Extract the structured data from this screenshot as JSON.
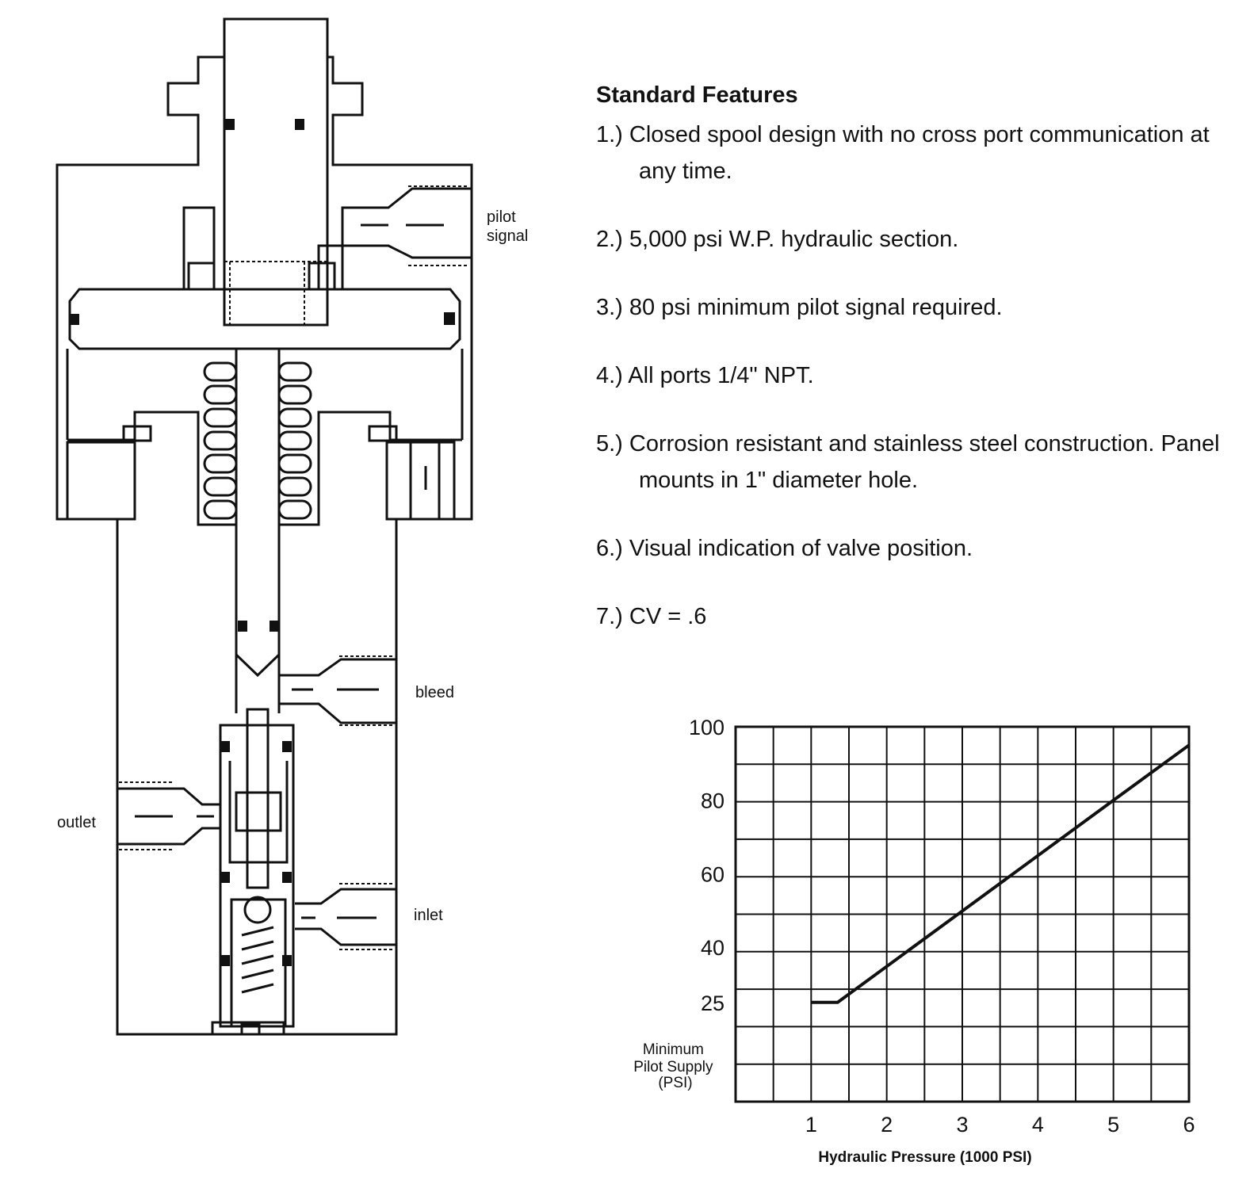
{
  "diagram": {
    "labels": {
      "pilot_signal_line1": "pilot",
      "pilot_signal_line2": "signal",
      "bleed": "bleed",
      "outlet": "outlet",
      "inlet": "inlet"
    }
  },
  "features": {
    "title": "Standard Features",
    "items": [
      {
        "line1": "1.) Closed spool design with no cross port communication at",
        "line2": "any time."
      },
      {
        "line1": "2.) 5,000 psi W.P. hydraulic section.",
        "line2": ""
      },
      {
        "line1": "3.) 80 psi minimum pilot signal required.",
        "line2": ""
      },
      {
        "line1": "4.) All ports 1/4\" NPT.",
        "line2": ""
      },
      {
        "line1": "5.) Corrosion resistant and stainless steel construction. Panel",
        "line2": "mounts in 1\" diameter hole."
      },
      {
        "line1": "6.) Visual indication of valve position.",
        "line2": ""
      },
      {
        "line1": "7.) CV = .6",
        "line2": ""
      }
    ]
  },
  "chart_data": {
    "type": "line",
    "title": "",
    "xlabel": "Hydraulic Pressure (1000 PSI)",
    "ylabel_lines": [
      "Minimum",
      "Pilot Supply",
      "(PSI)"
    ],
    "x_ticks": [
      "1",
      "2",
      "3",
      "4",
      "5",
      "6"
    ],
    "y_ticks": [
      {
        "label": "100",
        "value": 100
      },
      {
        "label": "80",
        "value": 80
      },
      {
        "label": "60",
        "value": 60
      },
      {
        "label": "40",
        "value": 40
      },
      {
        "label": "25",
        "value": 25
      }
    ],
    "xlim": [
      0,
      6
    ],
    "ylim": [
      -2,
      100
    ],
    "grid": true,
    "series": [
      {
        "points": [
          [
            1,
            25
          ],
          [
            1.35,
            25
          ],
          [
            5,
            80
          ],
          [
            6,
            95
          ]
        ]
      }
    ]
  },
  "colors": {
    "ink": "#111111"
  }
}
